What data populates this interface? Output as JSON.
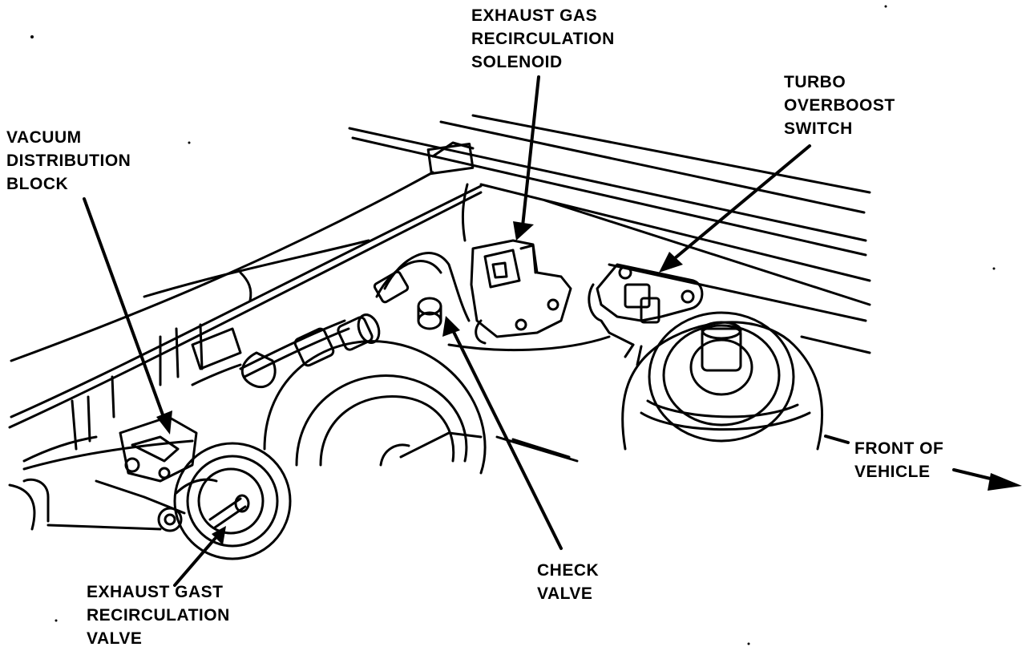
{
  "labels": {
    "egr_solenoid": [
      "EXHAUST GAS",
      "RECIRCULATION",
      "SOLENOID"
    ],
    "turbo_switch": [
      "TURBO",
      "OVERBOOST",
      "SWITCH"
    ],
    "vacuum_block": [
      "VACUUM",
      "DISTRIBUTION",
      "BLOCK"
    ],
    "front": [
      "FRONT OF",
      "VEHICLE"
    ],
    "check_valve": [
      "CHECK",
      "VALVE"
    ],
    "egr_valve": [
      "EXHAUST GAST",
      "RECIRCULATION",
      "VALVE"
    ]
  },
  "colors": {
    "ink": "#000000",
    "paper": "#ffffff"
  }
}
